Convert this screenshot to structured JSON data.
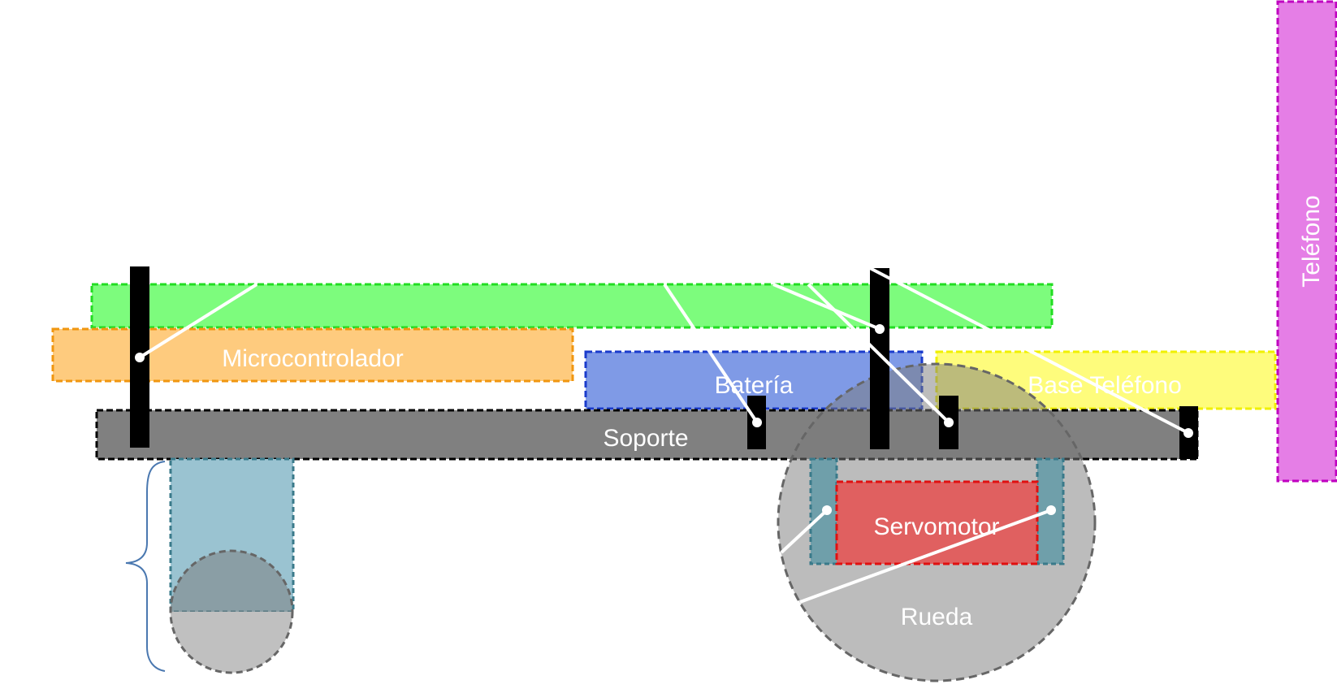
{
  "labels": {
    "telefono": "Teléfono",
    "microcontrolador": "Microcontrolador",
    "bateria": "Batería",
    "base_telefono": "Base Teléfono",
    "soporte": "Soporte",
    "servomotor": "Servomotor",
    "rueda": "Rueda"
  },
  "colors": {
    "telefono": "#e57ee6",
    "telefono_border": "#c000c0",
    "green_board": "#7dfc7d",
    "green_border": "#22dd22",
    "microcontrolador": "#fecb7e",
    "microcontrolador_border": "#f0960f",
    "bateria": "#7f9ae6",
    "bateria_border": "#1a3bcc",
    "base_telefono": "#fefc7c",
    "base_telefono_border": "#f0f000",
    "soporte": "#808080",
    "servomotor": "#e06060",
    "servomotor_border": "#e01010",
    "rueda": "#7a7a7a",
    "caster_block": "#9ac3d1",
    "mount": "#6f9faa",
    "pillar": "#000000",
    "bracket": "#4a78b0"
  }
}
